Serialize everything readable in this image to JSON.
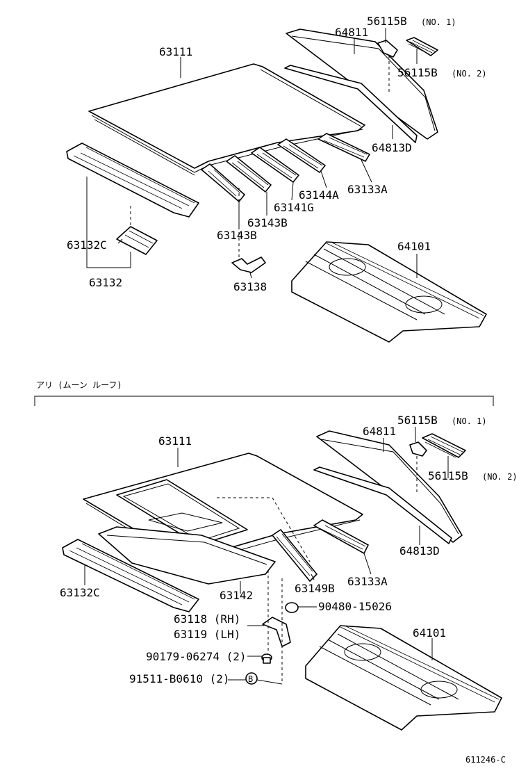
{
  "top_section": {
    "labels": {
      "p63111": "63111",
      "p64811": "64811",
      "p56115b_no1": "56115B",
      "p56115b_no1_qual": "(NO. 1)",
      "p56115b_no2": "56115B",
      "p56115b_no2_qual": "(NO. 2)",
      "p64813d": "64813D",
      "p63133a": "63133A",
      "p63144a": "63144A",
      "p63141g": "63141G",
      "p63143b_a": "63143B",
      "p63143b_b": "63143B",
      "p63132c": "63132C",
      "p63132": "63132",
      "p63138": "63138",
      "p64101": "64101"
    }
  },
  "section_header": "アリ (ムーン ルーフ)",
  "bottom_section": {
    "labels": {
      "p63111": "63111",
      "p64811": "64811",
      "p56115b_no1": "56115B",
      "p56115b_no1_qual": "(NO. 1)",
      "p56115b_no2": "56115B",
      "p56115b_no2_qual": "(NO. 2)",
      "p64813d": "64813D",
      "p63133a": "63133A",
      "p63149b": "63149B",
      "p63132c": "63132C",
      "p63142": "63142",
      "p90480": "90480-15026",
      "p63118": "63118 (RH)",
      "p63119": "63119 (LH)",
      "p90179": "90179-06274 (2)",
      "p91511": "91511-B0610 (2)",
      "callout_b": "B",
      "p64101": "64101"
    }
  },
  "figure_id": "611246-C"
}
